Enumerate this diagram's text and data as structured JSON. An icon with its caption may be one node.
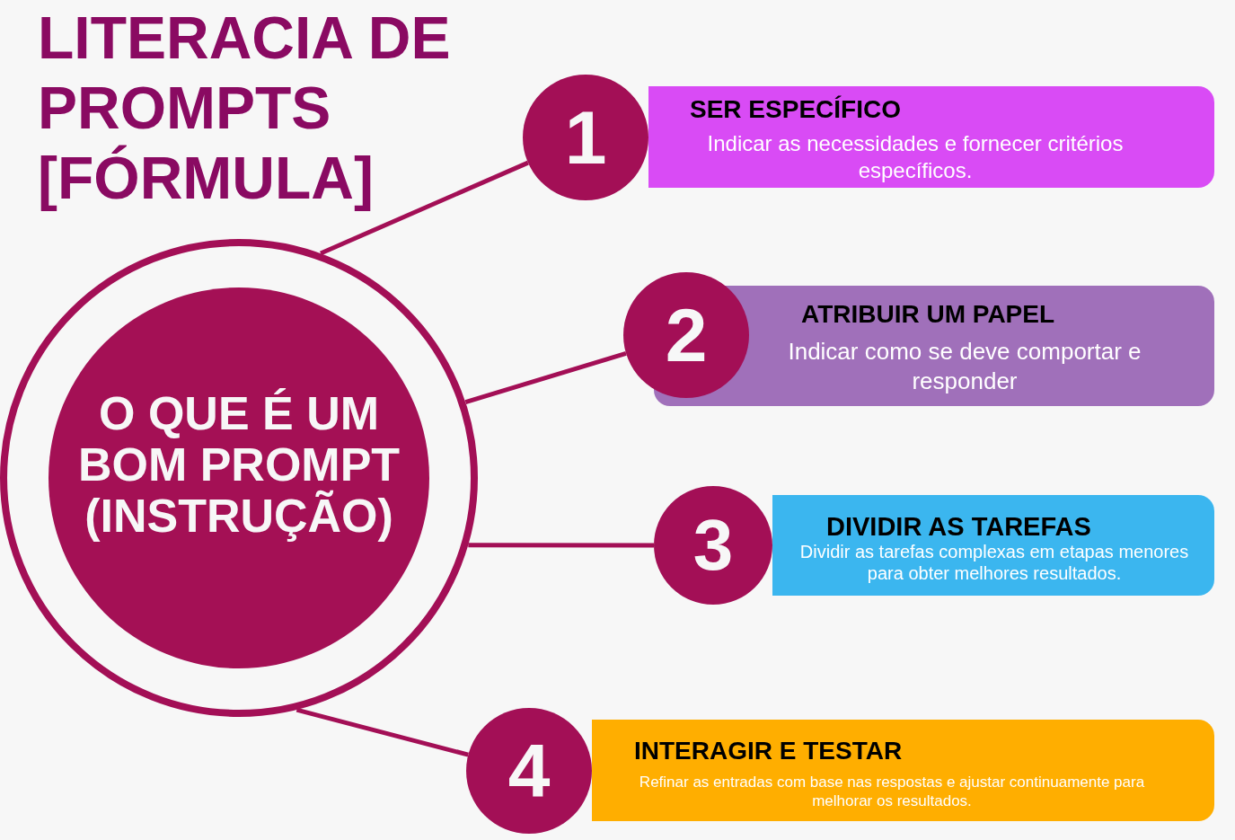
{
  "diagram": {
    "title": "LITERACIA DE PROMPTS [FÓRMULA]",
    "nodes": [
      {
        "text": [],
        "shape": "circle"
      },
      {
        "text": [
          "O QUE É UM BOM PROMPT (INSTRUÇÃO)"
        ],
        "in": 0
      },
      {
        "text": [
          "1"
        ]
      },
      {
        "text": [
          "SER ESPECÍFICO",
          "Indicar as necessidades e fornecer critérios específicos."
        ]
      },
      {
        "text": [
          "2"
        ]
      },
      {
        "text": [
          "ATRIBUIR UM PAPEL",
          "Indicar como se deve comportar e responder"
        ]
      },
      {
        "text": [
          "3"
        ]
      },
      {
        "text": [
          "DIVIDIR AS TAREFAS",
          "Dividir as tarefas complexas em etapas menores para obter melhores resultados."
        ]
      },
      {
        "text": [
          "4"
        ]
      },
      {
        "text": [
          "INTERAGIR E TESTAR",
          "Refinar as entradas com base nas respostas e ajustar continuamente para melhorar os resultados."
        ]
      }
    ],
    "edges": [
      {
        "from": 0,
        "to": 2,
        "arrow": "none"
      },
      {
        "from": 0,
        "to": 4,
        "arrow": "none"
      },
      {
        "from": 0,
        "to": 6,
        "arrow": "none"
      },
      {
        "from": 0,
        "to": 8,
        "arrow": "none"
      }
    ]
  }
}
